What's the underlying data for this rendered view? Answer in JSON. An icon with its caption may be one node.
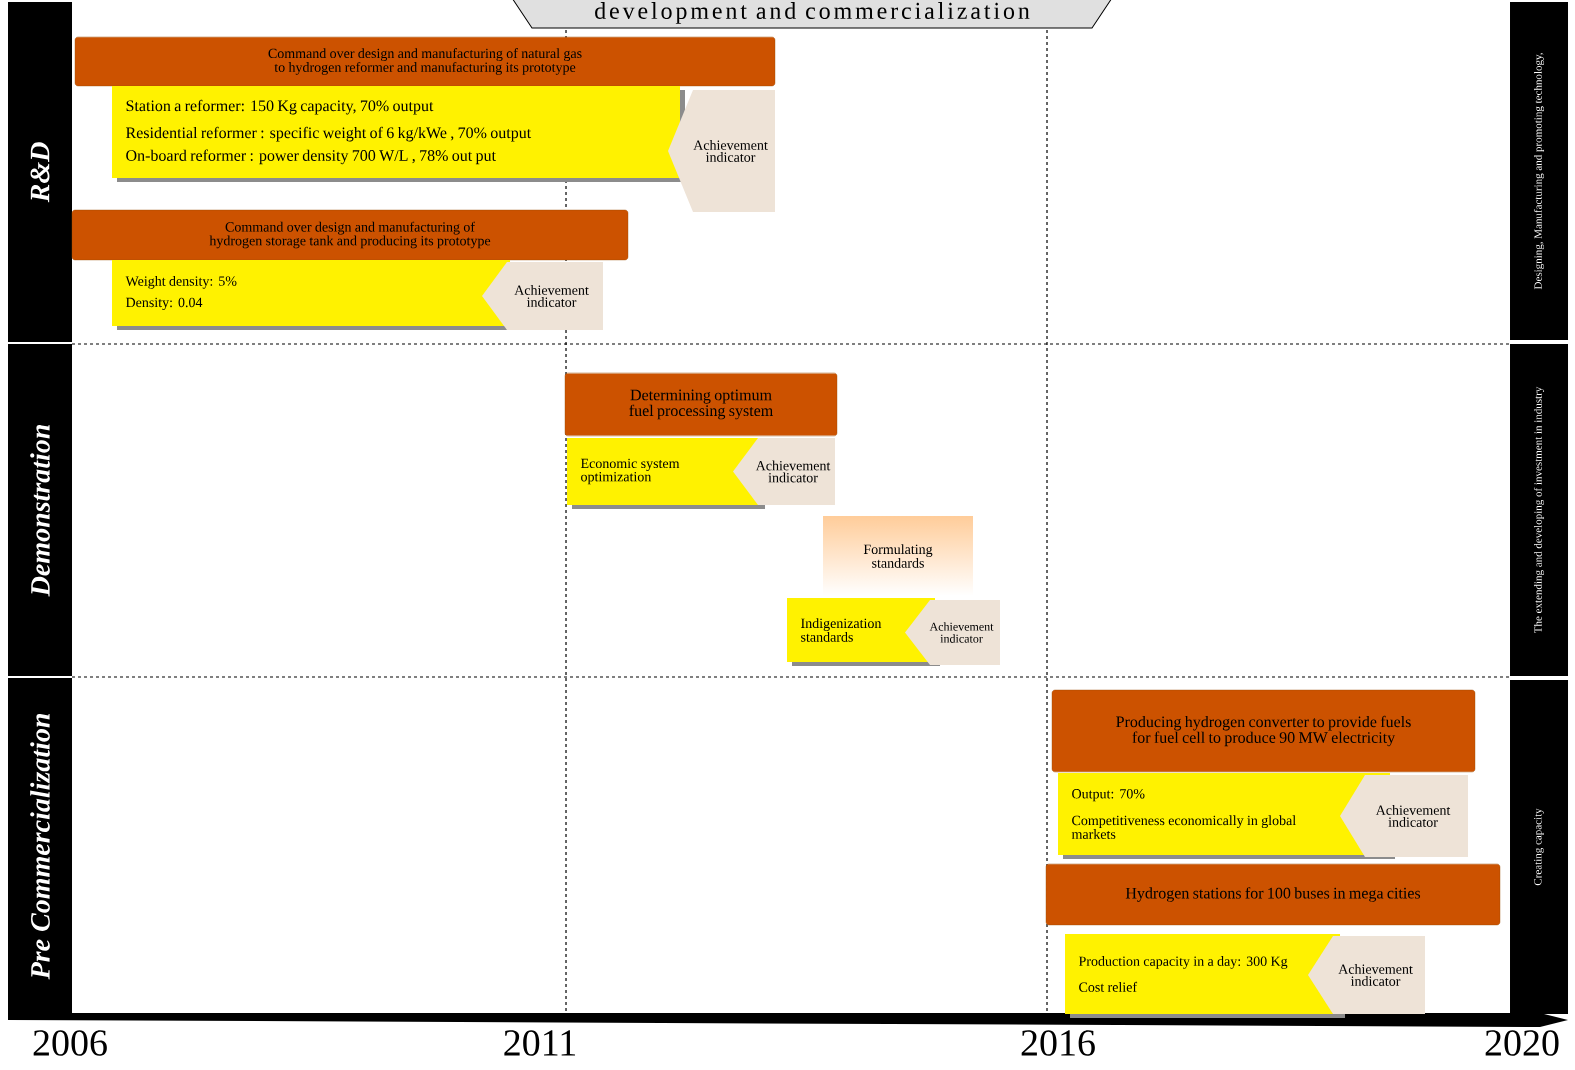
{
  "diagram": {
    "title": "development and commercialization",
    "nodes": [
      {
        "text": [
          "R&D"
        ]
      },
      {
        "text": [
          "Command over design and manufacturing of natural gas to hydrogen reformer and manufacturing its prototype"
        ]
      },
      {
        "text": [
          "Station a reformer: 150 Kg capacity, 70% output",
          "Residential reformer : specific weight of 6 kg/kWe , 70% output",
          "On-board reformer : power density 700 W/L , 78% out put"
        ]
      },
      {
        "text": [
          "Achievement indicator"
        ]
      },
      {
        "text": [
          "Command over design and manufacturing of hydrogen storage tank and producing its prototype"
        ]
      },
      {
        "text": [
          "Weight density: 5%",
          "Density: 0.04"
        ]
      },
      {
        "text": [
          "Achievement indicator"
        ]
      },
      {
        "text": [
          "Demonstration"
        ]
      },
      {
        "text": [
          "Determining optimum fuel processing system"
        ]
      },
      {
        "text": [
          "Economic system optimization"
        ]
      },
      {
        "text": [
          "Achievement indicator"
        ]
      },
      {
        "text": [
          "Formulating standards"
        ]
      },
      {
        "text": [
          "Indigenization standards"
        ]
      },
      {
        "text": [
          "Achievement indicator"
        ]
      },
      {
        "text": [
          "Pre Commercialization"
        ]
      },
      {
        "text": [
          "Producing hydrogen converter to provide fuels for fuel cell to produce 90 MW electricity"
        ]
      },
      {
        "text": [
          "Output: 70%",
          "Competitiveness economically in global markets"
        ]
      },
      {
        "text": [
          "Achievement indicator"
        ]
      },
      {
        "text": [
          "Hydrogen stations for 100 buses in mega cities"
        ]
      },
      {
        "text": [
          "Production capacity in a day: 300 Kg",
          "Cost relief"
        ]
      },
      {
        "text": [
          "Achievement indicator"
        ]
      },
      {
        "text": [
          "Designing, Manufacturing and promoting technology,"
        ]
      },
      {
        "text": [
          "The extending and developing of investment in industry"
        ]
      },
      {
        "text": [
          "Creating capacity"
        ]
      }
    ],
    "edges": [],
    "labels": [
      "2006",
      "2011",
      "2016",
      "2020"
    ]
  }
}
